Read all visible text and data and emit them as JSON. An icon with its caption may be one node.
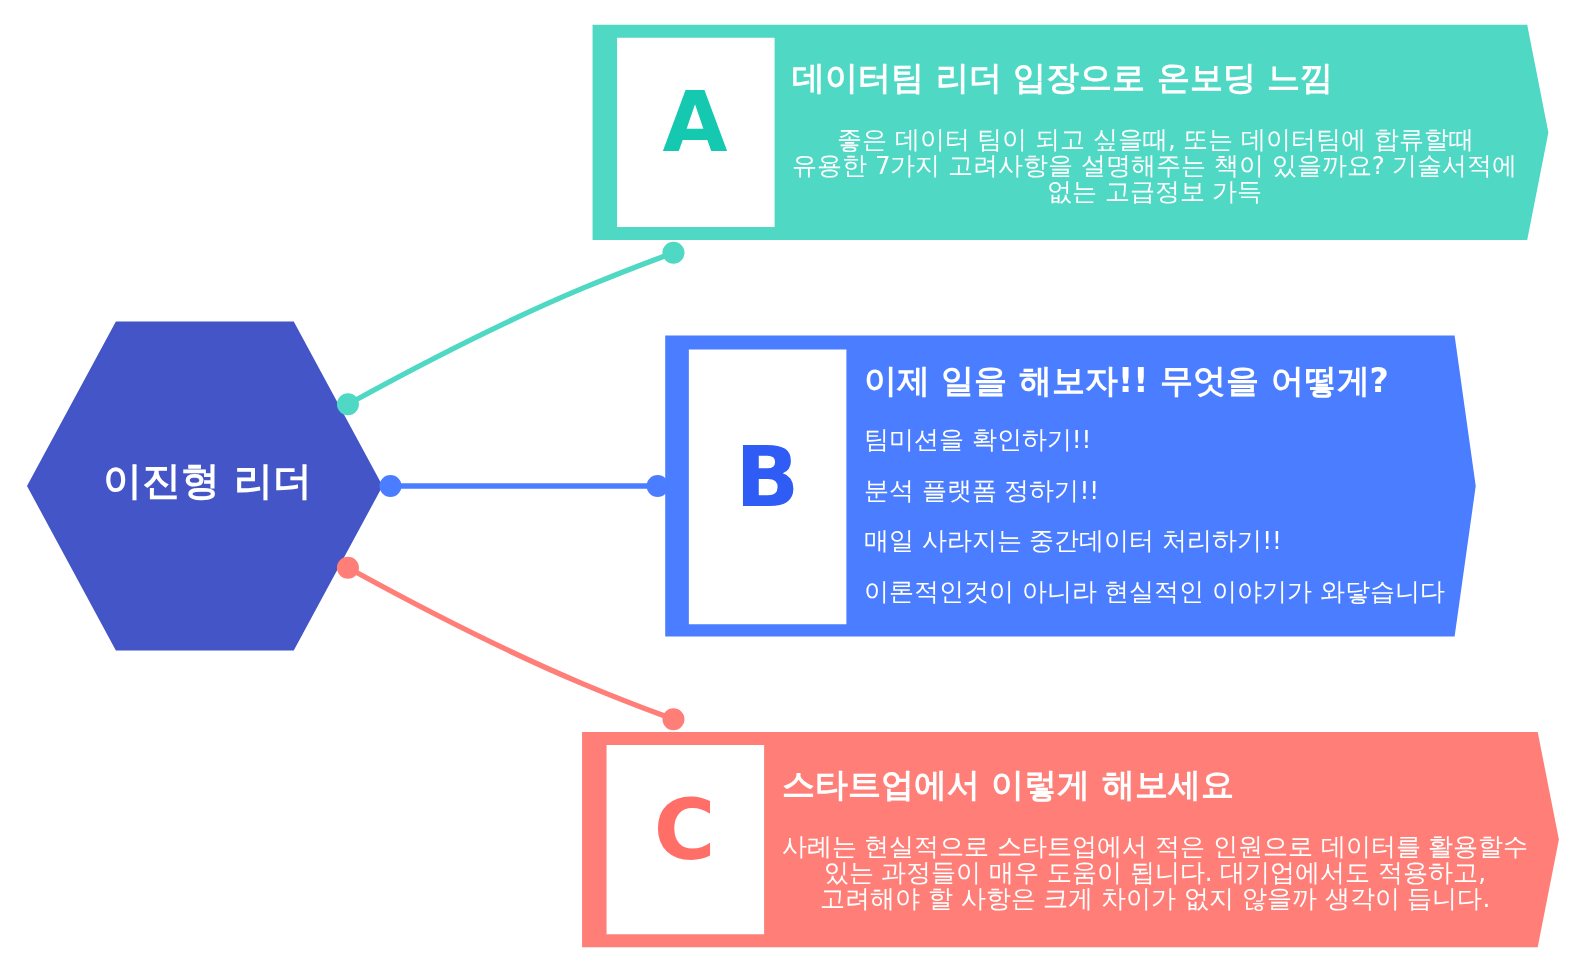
{
  "diagram": {
    "nodes": [
      {
        "text": [
          "이진형 리더"
        ]
      },
      {
        "text": [
          "A",
          "데이터팀 리더 입장으로 온보딩 느낌",
          "좋은 데이터 팀이 되고 싶을때, 또는 데이터팀에 합류할때 유용한 7가지 고려사항을 설명해주는 책이 있을까요? 기술서적에 없는 고급정보 가득"
        ]
      },
      {
        "text": [
          "B",
          "이제 일을 해보자!! 무엇을 어떻게?",
          "팀미션을 확인하기!!",
          "분석 플랫폼 정하기!!",
          "매일 사라지는 중간데이터 처리하기!!",
          "이론적인것이 아니라 현실적인 이야기가 와닿습니다"
        ]
      },
      {
        "text": [
          "C",
          "스타트업에서 이렇게 해보세요",
          "사례는 현실적으로 스타트업에서 적은 인원으로 데이터를 활용할수 있는 과정들이 매우 도움이 됩니다. 대기업에서도 적용하고, 고려해야 할 사항은 크게 차이가 없지 않을까 생각이 듭니다."
        ]
      }
    ],
    "edges": [
      {
        "from": 0,
        "to": 1,
        "arrow": "other",
        "color": "#4fd8c4"
      },
      {
        "from": 0,
        "to": 2,
        "arrow": "other",
        "color": "#4a7dff"
      },
      {
        "from": 0,
        "to": 3,
        "arrow": "other",
        "color": "#ff7f78"
      }
    ]
  }
}
